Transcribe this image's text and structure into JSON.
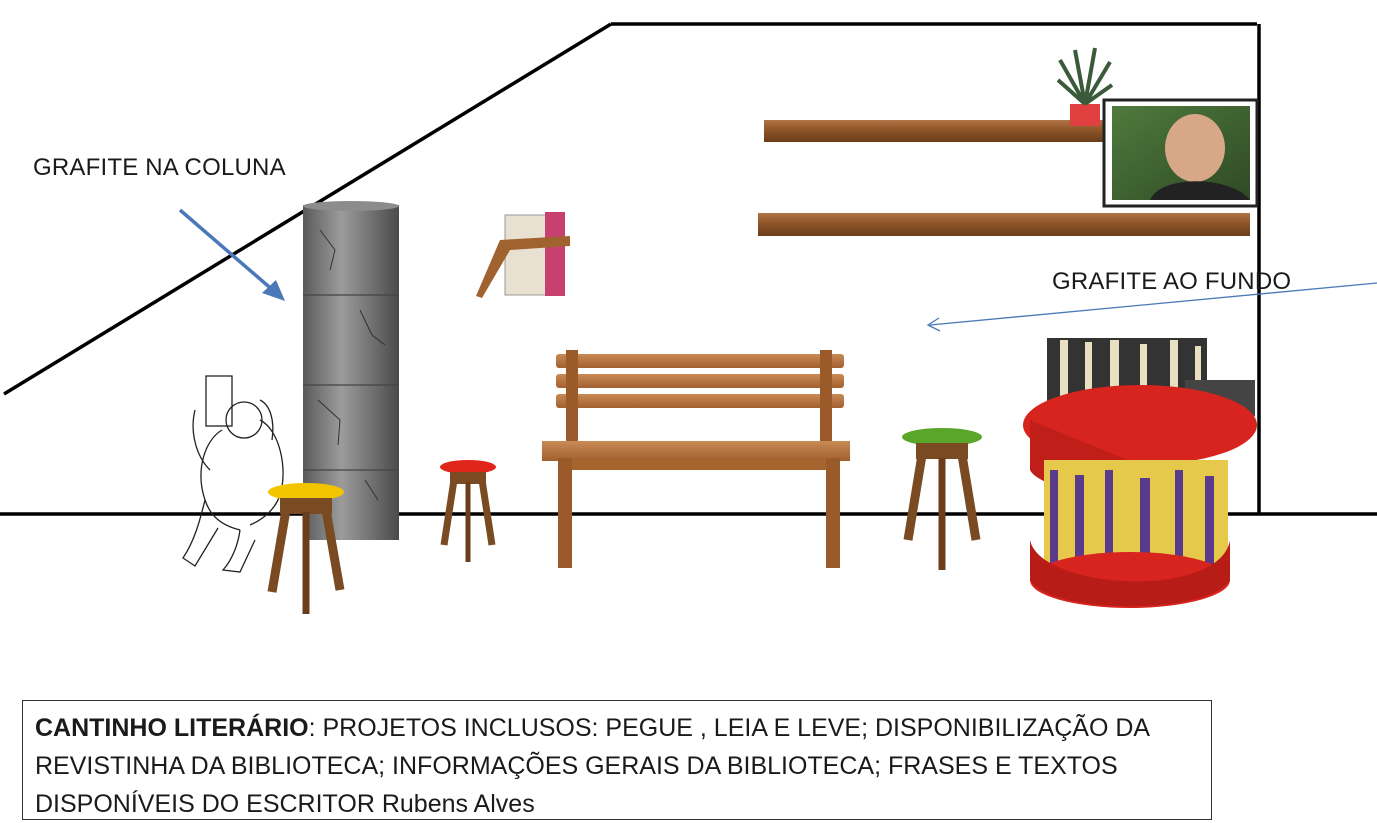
{
  "labels": {
    "column": "GRAFITE NA COLUNA",
    "back": "GRAFITE AO FUNDO"
  },
  "caption": {
    "title": "CANTINHO LITERÁRIO",
    "body": ": PROJETOS INCLUSOS: PEGUE , LEIA E LEVE; DISPONIBILIZAÇÃO DA REVISTINHA DA BIBLIOTECA; INFORMAÇÕES GERAIS DA BIBLIOTECA; FRASES E TEXTOS DISPONÍVEIS DO ESCRITOR Rubens Alves"
  },
  "colors": {
    "stool_yellow": "#f2c500",
    "stool_red": "#e0261b",
    "stool_green": "#5aa62b",
    "spool_red": "#d8241e",
    "wood": "#a0622e",
    "arrow_blue": "#4a78b8"
  }
}
